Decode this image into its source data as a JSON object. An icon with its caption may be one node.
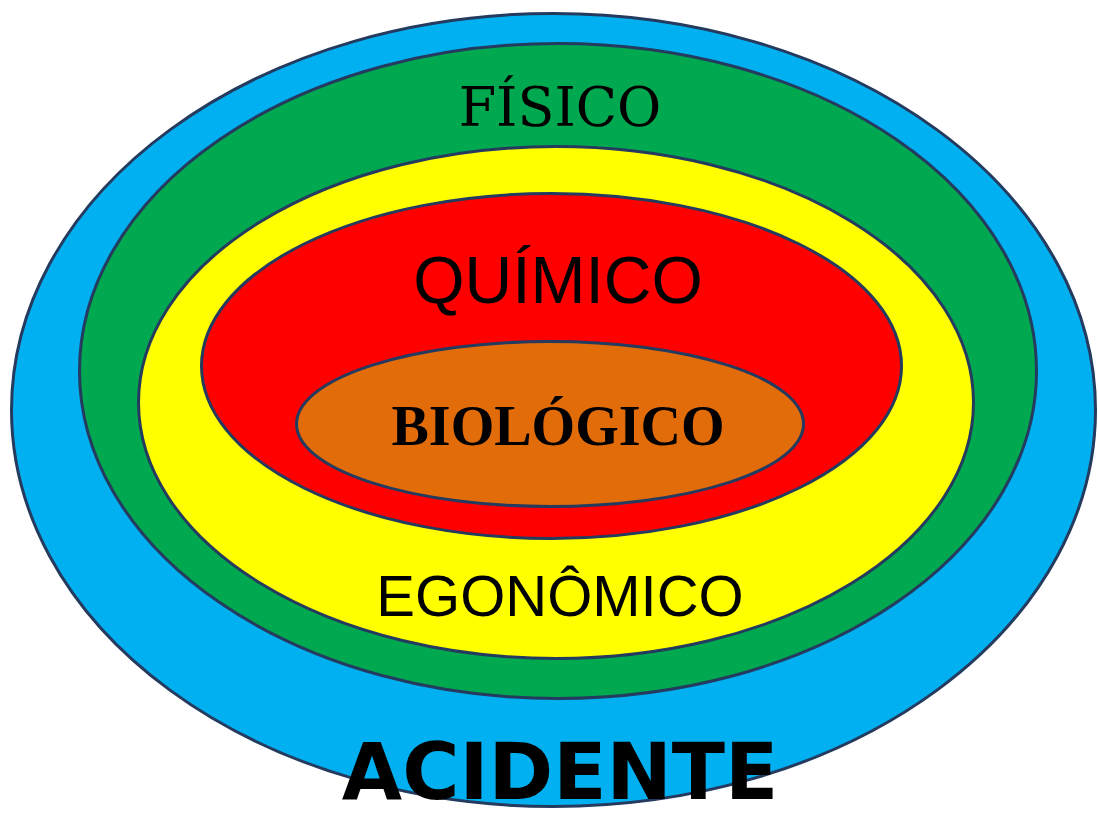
{
  "diagram": {
    "nodes": [
      {
        "text": [
          "ACIDENTE"
        ]
      },
      {
        "text": [
          "FÍSICO"
        ],
        "in": 0
      },
      {
        "text": [
          "EGONÔMICO"
        ],
        "in": 1
      },
      {
        "text": [
          "QUÍMICO"
        ],
        "in": 2
      },
      {
        "text": [
          "BIOLÓGICO"
        ],
        "in": 3
      }
    ]
  }
}
